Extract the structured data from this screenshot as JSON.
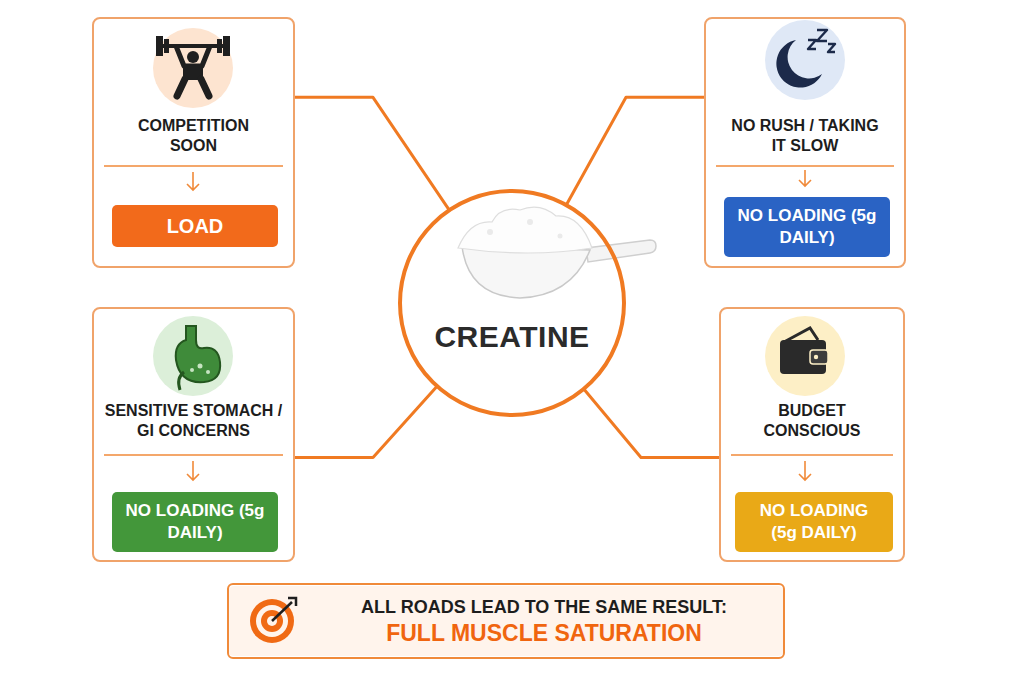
{
  "diagram": {
    "nodes": [
      {
        "text": [
          "COMPETITION SOON"
        ]
      },
      {
        "text": [
          "LOAD"
        ],
        "in": 0
      },
      {
        "text": [
          "NO RUSH / TAKING IT SLOW"
        ]
      },
      {
        "text": [
          "NO LOADING (5g DAILY)"
        ],
        "in": 2
      },
      {
        "text": [
          "CREATINE"
        ]
      },
      {
        "text": [
          "SENSITIVE STOMACH / GI CONCERNS"
        ]
      },
      {
        "text": [
          "NO LOADING (5g DAILY)"
        ],
        "in": 5
      },
      {
        "text": [
          "BUDGET CONSCIOUS"
        ]
      },
      {
        "text": [
          "NO LOADING (5g DAILY)"
        ],
        "in": 7
      },
      {
        "text": [
          "ALL ROADS LEAD TO THE SAME RESULT:",
          "FULL MUSCLE SATURATION"
        ]
      }
    ],
    "edges": [
      {
        "from": 4,
        "to": 0,
        "arrow": "none"
      },
      {
        "from": 4,
        "to": 2,
        "arrow": "none"
      },
      {
        "from": 4,
        "to": 5,
        "arrow": "none"
      },
      {
        "from": 4,
        "to": 7,
        "arrow": "none"
      }
    ]
  }
}
